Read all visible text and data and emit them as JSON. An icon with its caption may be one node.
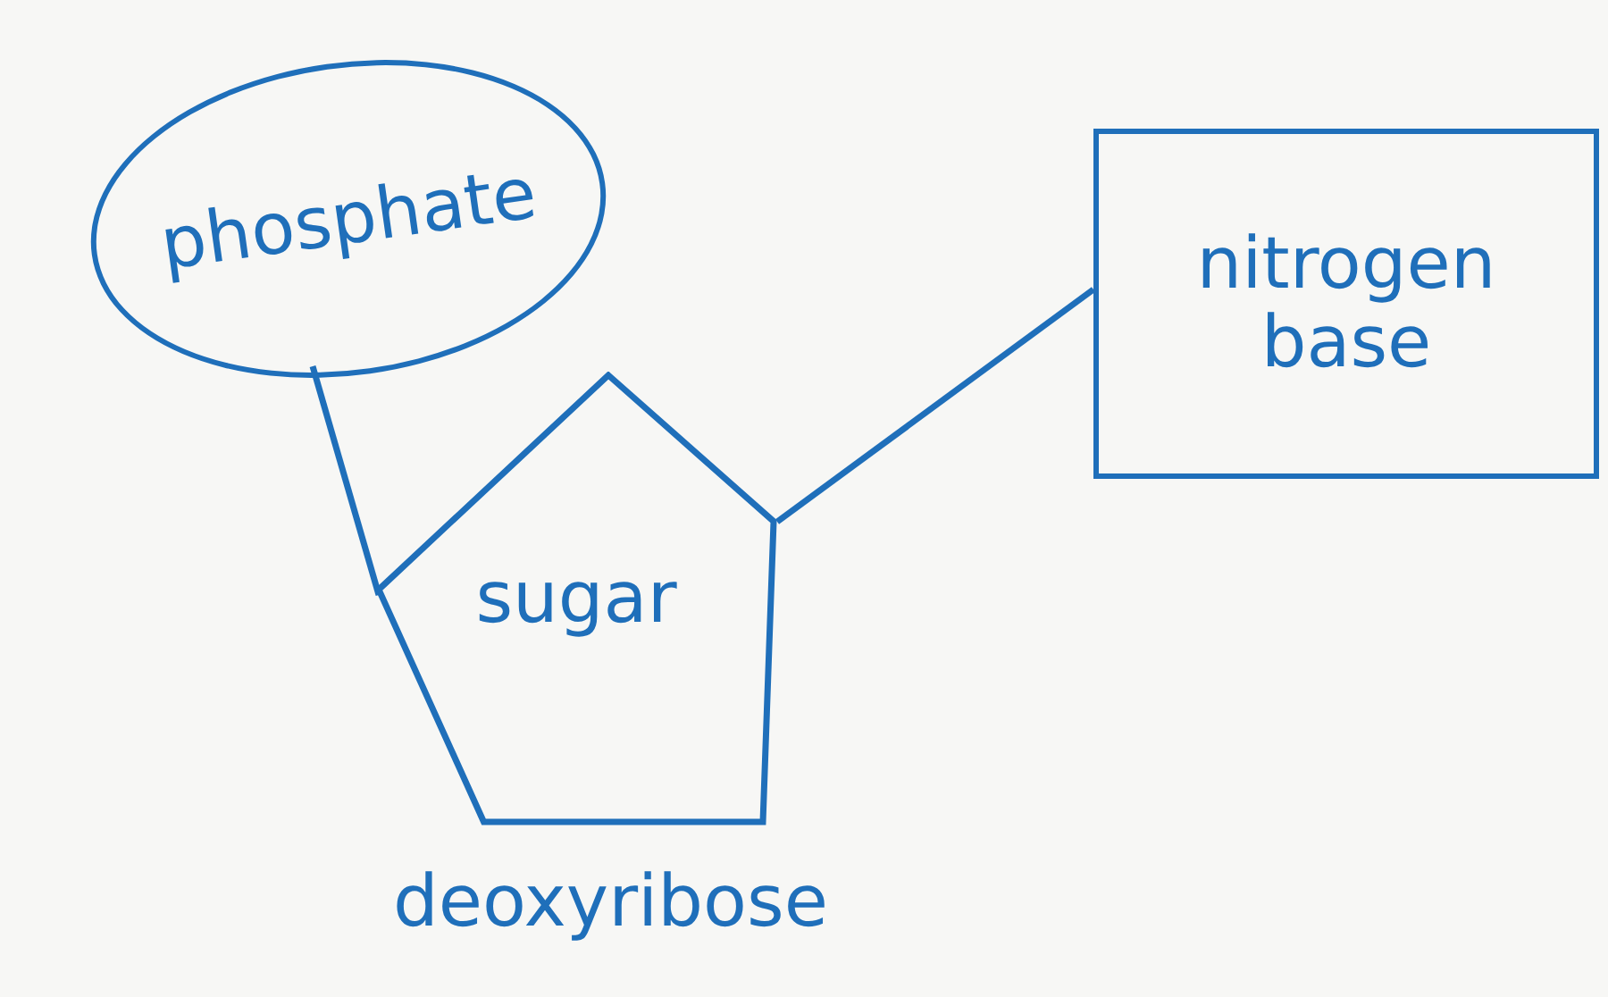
{
  "diagram": {
    "nodes": [
      {
        "text": [
          "phosphate"
        ]
      },
      {
        "text": [
          "sugar"
        ],
        "beside": [
          "deoxyribose"
        ]
      },
      {
        "text": [
          "nitrogen base"
        ]
      }
    ],
    "edges": [
      {
        "from": 0,
        "to": 1,
        "arrow": "none"
      },
      {
        "from": 1,
        "to": 2,
        "arrow": "none"
      }
    ]
  }
}
